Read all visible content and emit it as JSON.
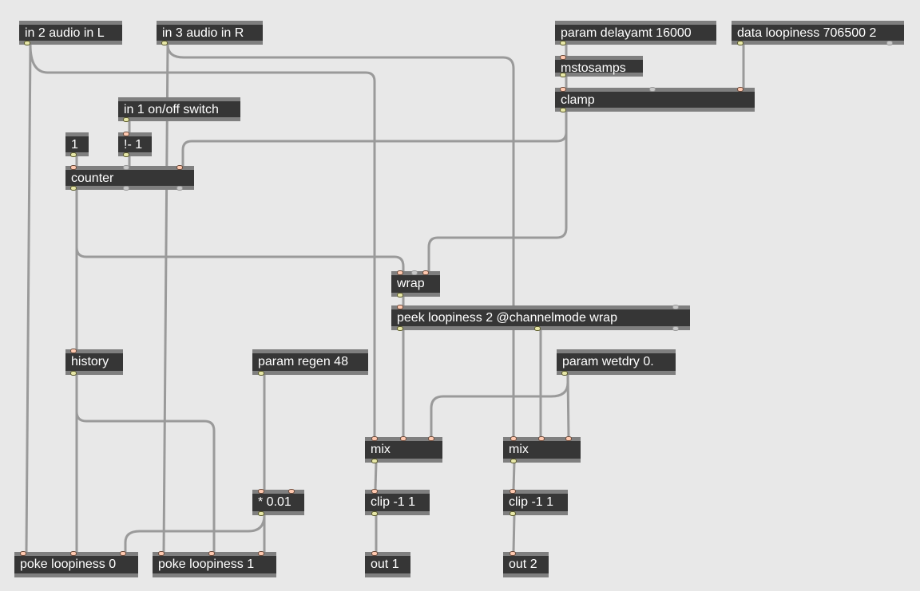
{
  "objects": [
    {
      "id": "in2",
      "name": "inlet-in2-audio-l",
      "label": "in 2 audio in L"
    },
    {
      "id": "in3",
      "name": "inlet-in3-audio-r",
      "label": "in 3 audio in R"
    },
    {
      "id": "delayamt",
      "name": "param-delayamt",
      "label": "param delayamt 16000"
    },
    {
      "id": "dataloop",
      "name": "data-loopiness",
      "label": "data loopiness 706500 2"
    },
    {
      "id": "mstosamps",
      "name": "mstosamps-object",
      "label": "mstosamps"
    },
    {
      "id": "clamp",
      "name": "clamp-object",
      "label": "clamp"
    },
    {
      "id": "in1",
      "name": "inlet-in1-onoff-switch",
      "label": "in 1 on/off switch"
    },
    {
      "id": "one",
      "name": "constant-1",
      "label": "1"
    },
    {
      "id": "notminus",
      "name": "not-minus-1",
      "label": "!- 1"
    },
    {
      "id": "counter",
      "name": "counter-object",
      "label": "counter"
    },
    {
      "id": "wrap",
      "name": "wrap-object",
      "label": "wrap"
    },
    {
      "id": "peek",
      "name": "peek-loopiness",
      "label": "peek loopiness 2 @channelmode wrap"
    },
    {
      "id": "history",
      "name": "history-object",
      "label": "history"
    },
    {
      "id": "regen",
      "name": "param-regen",
      "label": "param regen 48"
    },
    {
      "id": "wetdry",
      "name": "param-wetdry",
      "label": "param wetdry 0."
    },
    {
      "id": "mix1",
      "name": "mix-left",
      "label": "mix"
    },
    {
      "id": "mix2",
      "name": "mix-right",
      "label": "mix"
    },
    {
      "id": "times",
      "name": "multiply-0-01",
      "label": "* 0.01"
    },
    {
      "id": "clip1",
      "name": "clip-left",
      "label": "clip -1 1"
    },
    {
      "id": "clip2",
      "name": "clip-right",
      "label": "clip -1 1"
    },
    {
      "id": "poke0",
      "name": "poke-loopiness-0",
      "label": "poke loopiness 0"
    },
    {
      "id": "poke1",
      "name": "poke-loopiness-1",
      "label": "poke loopiness 1"
    },
    {
      "id": "out1",
      "name": "outlet-out-1",
      "label": "out 1"
    },
    {
      "id": "out2",
      "name": "outlet-out-2",
      "label": "out 2"
    }
  ],
  "colors": {
    "canvas": "#e8e8e8",
    "object_body": "#363636",
    "object_border": "#7f7f7f",
    "object_text": "#ffffff",
    "patch_cord": "#9a9a9a",
    "inlet": "#ffc9b0",
    "outlet": "#e6e6a8"
  }
}
